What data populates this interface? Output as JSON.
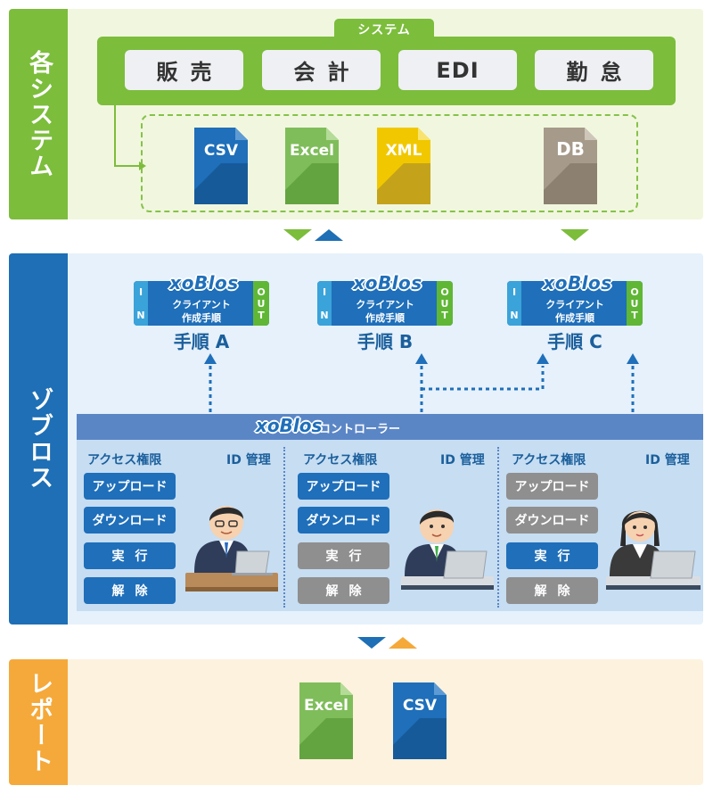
{
  "systems": {
    "label": "各システム",
    "group_label": "システム",
    "items": [
      "販売",
      "会計",
      "EDI",
      "勤怠"
    ],
    "files": [
      {
        "label": "CSV",
        "color": "#1f6fba",
        "dark": "#175a99"
      },
      {
        "label": "Excel",
        "color": "#7fbd5a",
        "dark": "#63a441"
      },
      {
        "label": "XML",
        "color": "#f1c800",
        "dark": "#c4a31b"
      },
      {
        "label": "DB",
        "color": "#a69a8b",
        "dark": "#8c8070"
      }
    ]
  },
  "xoblos": {
    "label": "ゾブロス",
    "brand": "xoBlos",
    "procedures": [
      {
        "in": "I N",
        "line1": "クライアント",
        "line2": "作成手順",
        "out": "OUT",
        "name": "手順 A"
      },
      {
        "in": "I N",
        "line1": "クライアント",
        "line2": "作成手順",
        "out": "OUT",
        "name": "手順 B"
      },
      {
        "in": "I N",
        "line1": "クライアント",
        "line2": "作成手順",
        "out": "OUT",
        "name": "手順 C"
      }
    ],
    "controller": "コントローラー",
    "users": [
      {
        "access_label": "アクセス権限",
        "id_label": "ID 管理",
        "buttons": [
          {
            "label": "アップロード",
            "enabled": true
          },
          {
            "label": "ダウンロード",
            "enabled": true
          },
          {
            "label": "実行",
            "enabled": true
          },
          {
            "label": "解除",
            "enabled": true
          }
        ]
      },
      {
        "access_label": "アクセス権限",
        "id_label": "ID 管理",
        "buttons": [
          {
            "label": "アップロード",
            "enabled": true
          },
          {
            "label": "ダウンロード",
            "enabled": true
          },
          {
            "label": "実行",
            "enabled": false
          },
          {
            "label": "解除",
            "enabled": false
          }
        ]
      },
      {
        "access_label": "アクセス権限",
        "id_label": "ID 管理",
        "buttons": [
          {
            "label": "アップロード",
            "enabled": false
          },
          {
            "label": "ダウンロード",
            "enabled": false
          },
          {
            "label": "実行",
            "enabled": true
          },
          {
            "label": "解除",
            "enabled": false
          }
        ]
      }
    ]
  },
  "report": {
    "label": "レポート",
    "files": [
      {
        "label": "Excel",
        "color": "#7fbd5a",
        "dark": "#63a441"
      },
      {
        "label": "CSV",
        "color": "#1f6fba",
        "dark": "#175a99"
      }
    ]
  },
  "colors": {
    "green": "#7cbd3c",
    "blue": "#1e6fb5",
    "orange": "#f5a93a",
    "dotted_arrow": "#1f6fba"
  }
}
